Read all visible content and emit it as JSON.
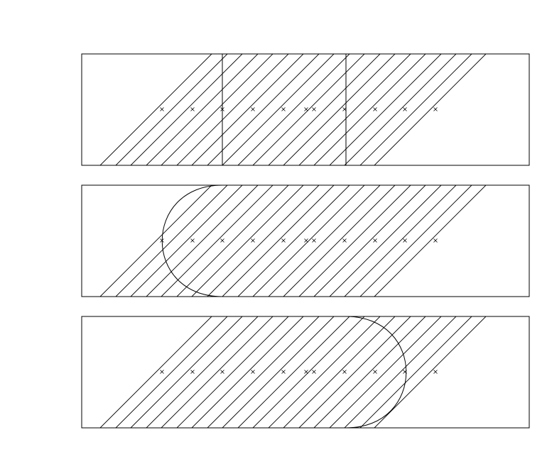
{
  "colors": {
    "ink": "#000000",
    "background": "#ffffff"
  },
  "marker_symbol": "×",
  "panels": [
    {
      "id": "panel-1",
      "boundary": "vertical-lines"
    },
    {
      "id": "panel-2",
      "boundary": "left-semicircle"
    },
    {
      "id": "panel-3",
      "boundary": "right-semicircle"
    }
  ]
}
